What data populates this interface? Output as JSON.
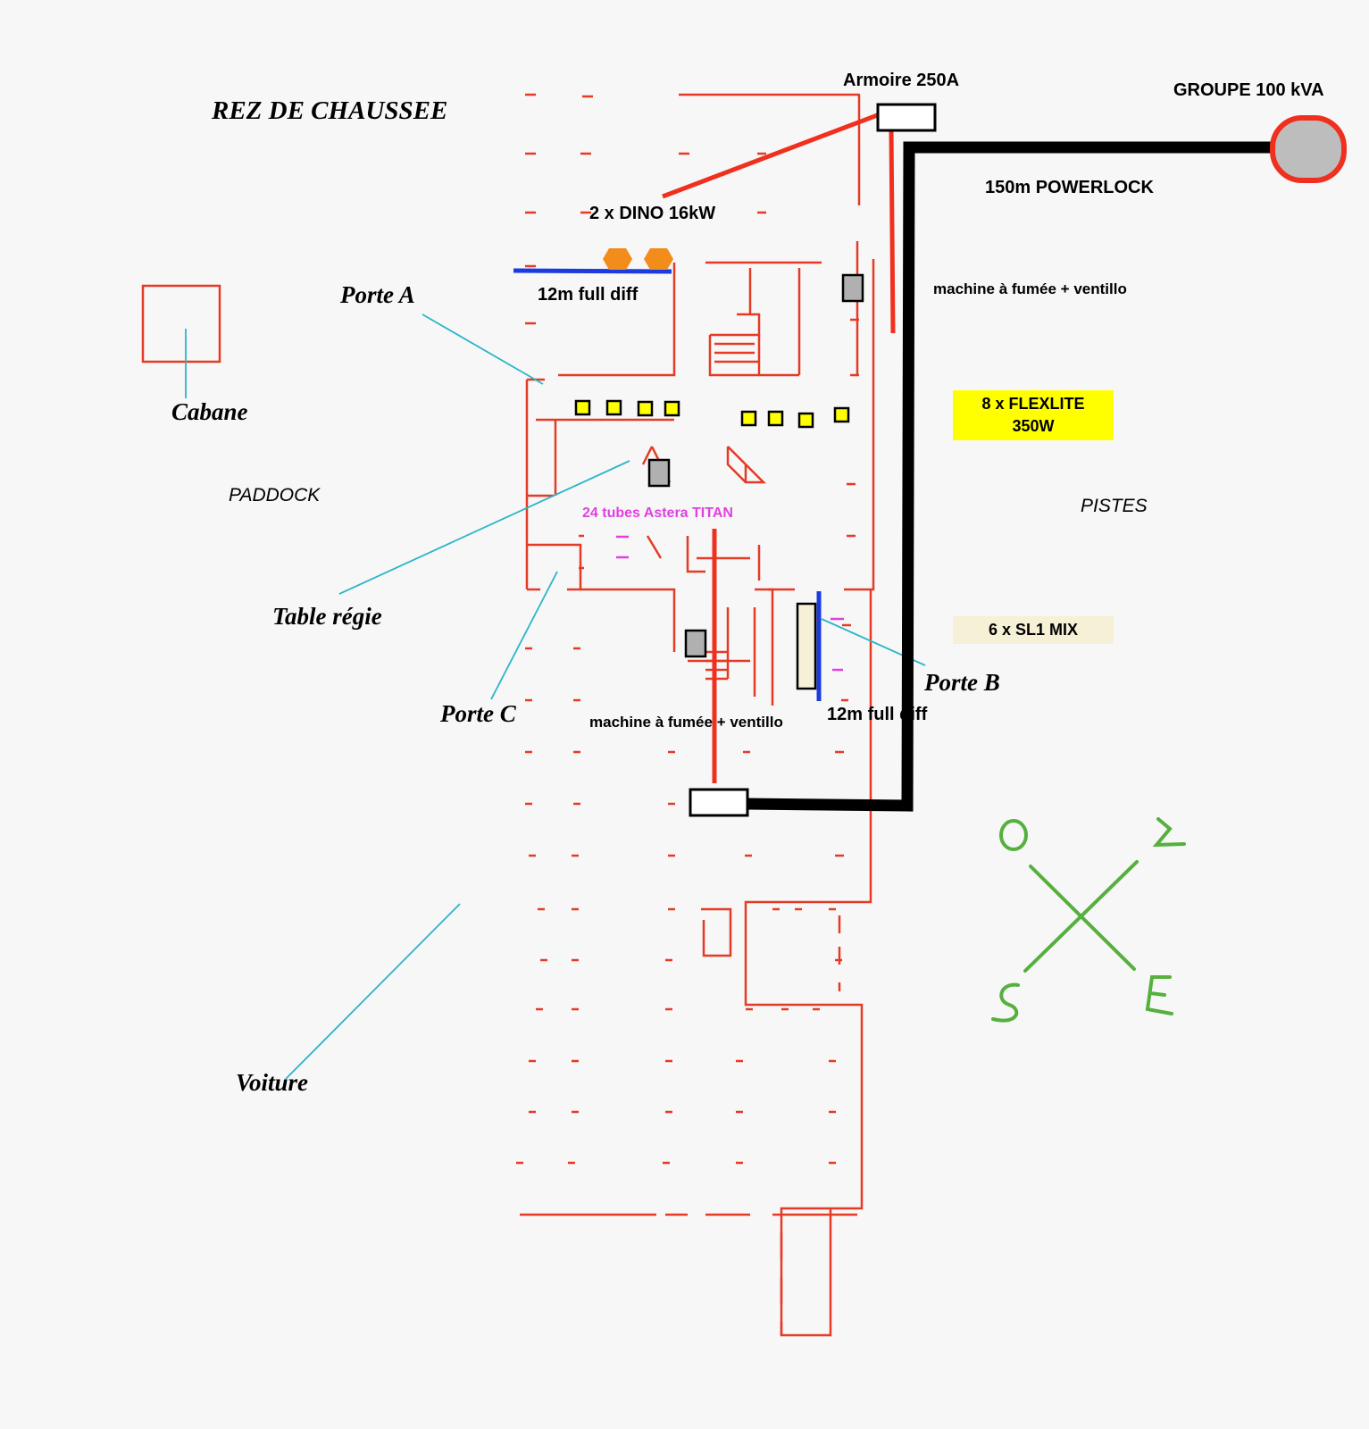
{
  "title": "REZ DE CHAUSSEE",
  "zones": {
    "paddock": "PADDOCK",
    "pistes": "PISTES"
  },
  "labels": {
    "porte_a": "Porte A",
    "porte_b": "Porte B",
    "porte_c": "Porte C",
    "cabane": "Cabane",
    "table_regie": "Table régie",
    "voiture": "Voiture"
  },
  "equipment": {
    "armoire": "Armoire 250A",
    "groupe": "GROUPE 100 kVA",
    "powerlock": "150m POWERLOCK",
    "dino": "2 x DINO 16kW",
    "full_diff_top": "12m full diff",
    "full_diff_bottom": "12m full diff",
    "smoke_top": "machine à fumée + ventillo",
    "smoke_bottom": "machine à fumée + ventillo",
    "astera": "24 tubes Astera TITAN",
    "flexlite_line1": "8 x FLEXLITE",
    "flexlite_line2": "350W",
    "sl1": "6 x SL1 MIX"
  },
  "compass": {
    "north": "N",
    "south": "S",
    "east": "E",
    "west": "O"
  },
  "colors": {
    "walls": "#e53a26",
    "cable_red": "#f0301e",
    "powerlock": "#000000",
    "diffusion": "#1a3be0",
    "callout": "#2ab5c9",
    "flexlite": "#ffff00",
    "sl1": "#f6f1d6",
    "astera": "#e040e0",
    "dino": "#f28c1a",
    "compass": "#55b03e",
    "smoke_machine": "#b0b0b0"
  }
}
